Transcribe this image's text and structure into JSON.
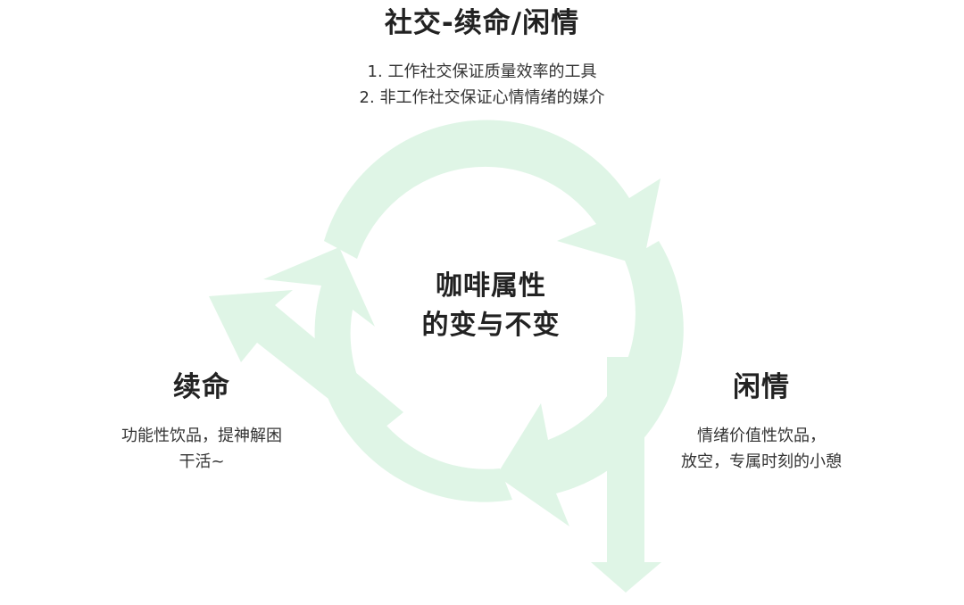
{
  "diagram": {
    "top": {
      "title": "社交-续命/闲情",
      "lines": [
        "1. 工作社交保证质量效率的工具",
        "2. 非工作社交保证心情情绪的媒介"
      ]
    },
    "center": {
      "lines": [
        "咖啡属性",
        "的变与不变"
      ]
    },
    "left": {
      "title": "续命",
      "lines": [
        "功能性饮品，提神解困",
        "干活~"
      ]
    },
    "right": {
      "title": "闲情",
      "lines": [
        "情绪价值性饮品，",
        "放空，专属时刻的小憩"
      ]
    },
    "colors": {
      "arrow": "#dff5e6",
      "text": "#222222"
    }
  }
}
